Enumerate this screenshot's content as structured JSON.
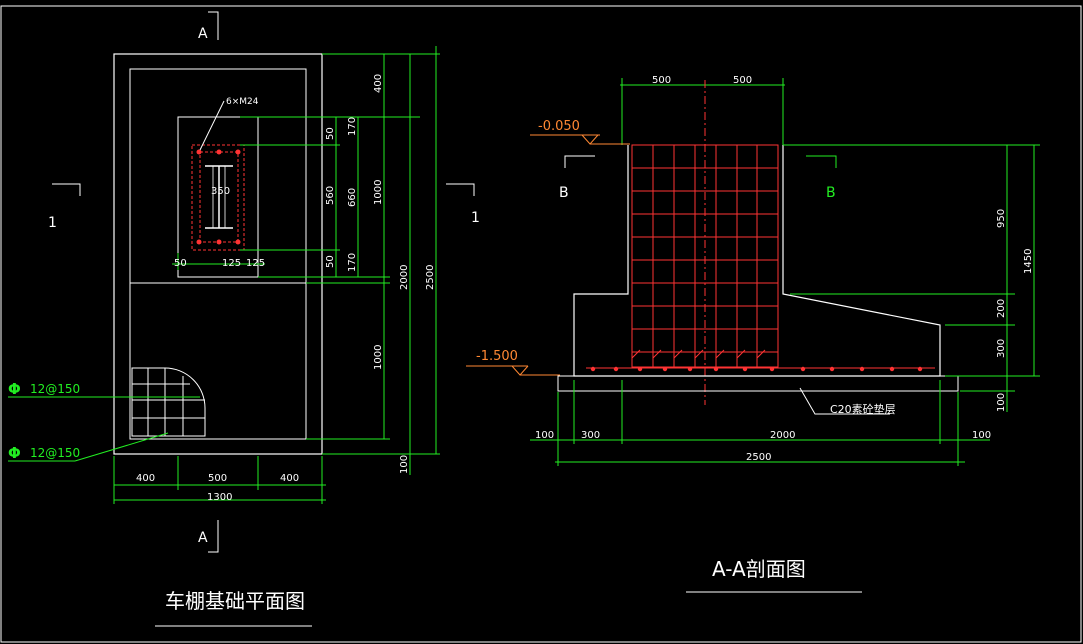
{
  "plan": {
    "title": "车棚基础平面图",
    "bolt_label": "6×M24",
    "steel_width_label": "350",
    "section_A_label": "A",
    "section_1_label": "1",
    "rebar_callout_1": "12@150",
    "rebar_callout_2": "12@150",
    "dims_bottom": [
      "400",
      "500",
      "400"
    ],
    "dim_total_bottom": "1300",
    "dims_inner_bottom": [
      "50",
      "125",
      "125"
    ],
    "dims_right_col1": [
      "50",
      "560",
      "50"
    ],
    "dims_right_col2": [
      "170",
      "660",
      "170"
    ],
    "dims_right_col3": [
      "400",
      "1000",
      "1000"
    ],
    "dims_right_col4": [
      "2000"
    ],
    "dims_right_col5": [
      "2500"
    ],
    "dim_right_bottom": "100"
  },
  "section": {
    "title": "A-A剖面图",
    "top_dims": [
      "500",
      "500"
    ],
    "level_top": "-0.050",
    "level_bottom": "-1.500",
    "section_B_label": "B",
    "bottom_dims": [
      "100",
      "300",
      "2000",
      "100"
    ],
    "dim_total_bottom": "2500",
    "right_dims_col1": [
      "950",
      "200",
      "300",
      "100"
    ],
    "right_dims_col2": [
      "1450"
    ],
    "cushion_label": "C20素砼垫层"
  },
  "colors": {
    "outline": "#ffffff",
    "dimension": "#22ee22",
    "rebar": "#ff3333",
    "level": "#ff8833"
  }
}
